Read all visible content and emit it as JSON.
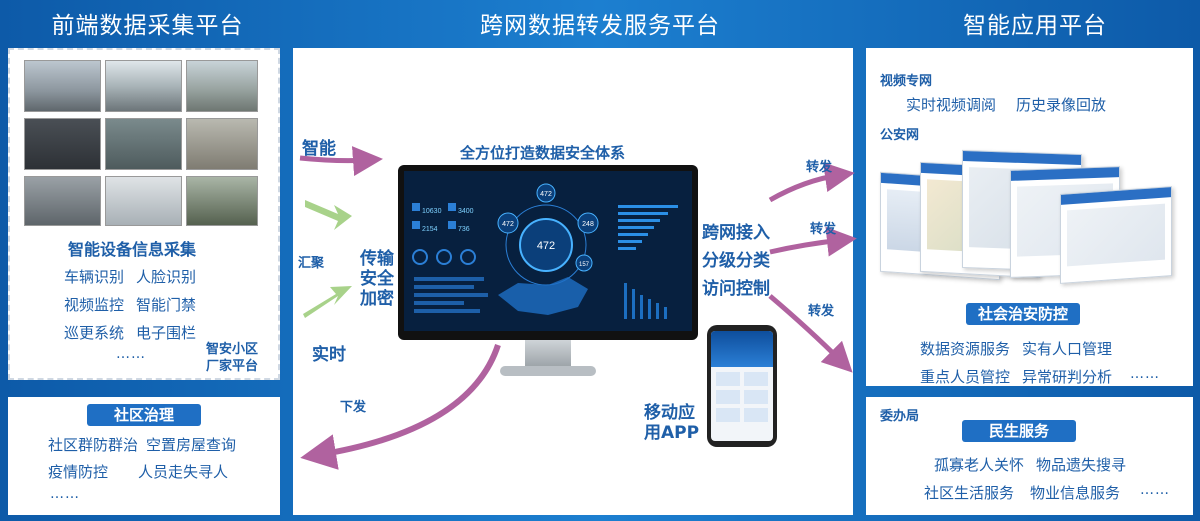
{
  "headers": {
    "left": "前端数据采集平台",
    "center": "跨网数据转发服务平台",
    "right": "智能应用平台"
  },
  "collect": {
    "title": "智能设备信息采集",
    "line1": [
      "车辆识别",
      "人脸识别"
    ],
    "line2": [
      "视频监控",
      "智能门禁"
    ],
    "line3": [
      "巡更系统",
      "电子围栏"
    ],
    "ellipsis": "……",
    "vendor": [
      "智安小区",
      "厂家平台"
    ]
  },
  "community": {
    "title": "社区治理",
    "line1": [
      "社区群防群治",
      "空置房屋查询"
    ],
    "line2": [
      "疫情防控",
      "人员走失寻人"
    ],
    "ellipsis": "……"
  },
  "center": {
    "security_title": "全方位打造数据安全体系",
    "left_labels": {
      "smart": "智能",
      "gather": "汇聚",
      "realtime": "实时"
    },
    "transfer": [
      "传输",
      "安全",
      "加密"
    ],
    "right_labels": [
      "跨网接入",
      "分级分类",
      "访问控制"
    ],
    "forward": "转发",
    "issue": "下发",
    "mobile": [
      "移动应",
      "用APP"
    ],
    "screen_nums": {
      "center": "472",
      "top": "472",
      "left": "472",
      "right": "248",
      "side": "157",
      "a": "10630",
      "b": "3400",
      "c": "2154",
      "d": "736"
    }
  },
  "apps": {
    "video_net": "视频专网",
    "video_items": [
      "实时视频调阅",
      "历史录像回放"
    ],
    "police_net": "公安网",
    "security_title": "社会治安防控",
    "sec_line1": [
      "数据资源服务",
      "实有人口管理"
    ],
    "sec_line2": [
      "重点人员管控",
      "异常研判分析"
    ],
    "ellipsis": "……"
  },
  "livelihood": {
    "bureau": "委办局",
    "title": "民生服务",
    "line1": [
      "孤寡老人关怀",
      "物品遗失搜寻"
    ],
    "line2": [
      "社区生活服务",
      "物业信息服务"
    ],
    "ellipsis": "……"
  },
  "colors": {
    "accent": "#1f6fc4",
    "arrow_pink": "#b0629f",
    "arrow_green": "#a8d28a",
    "bg": "#1565b5"
  }
}
